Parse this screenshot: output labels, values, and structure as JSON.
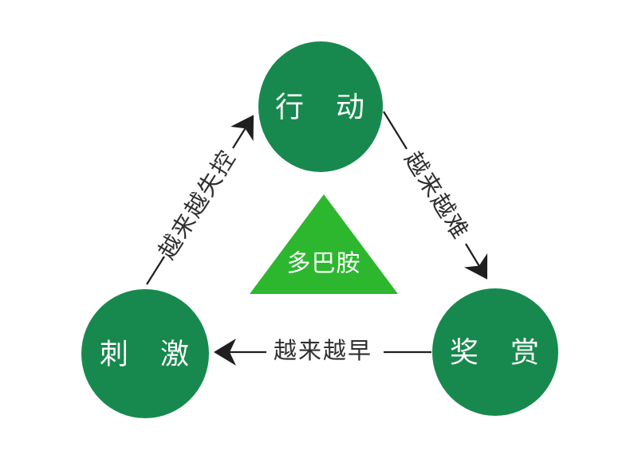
{
  "diagram": {
    "type": "cycle-diagram",
    "topic": "dopamine loop",
    "colors": {
      "background": "#ffffff",
      "node_fill": "#18894e",
      "node_text": "#ffffff",
      "triangle_fill": "#2cb72f",
      "triangle_text": "#ffffff",
      "line": "#1f1f1f",
      "edge_label": "#2f2f2f"
    },
    "nodes": {
      "action": {
        "label": "行　动",
        "position": "top"
      },
      "stimulus": {
        "label": "刺　激",
        "position": "bottom-left"
      },
      "reward": {
        "label": "奖　赏",
        "position": "bottom-right"
      }
    },
    "center": {
      "shape": "triangle",
      "label": "多巴胺"
    },
    "edges": {
      "stimulus_to_action": {
        "from": "刺激",
        "to": "行动",
        "label": "越来越失控"
      },
      "action_to_reward": {
        "from": "行动",
        "to": "奖赏",
        "label": "越来越难"
      },
      "reward_to_stimulus": {
        "from": "奖赏",
        "to": "刺激",
        "label": "越来越早"
      }
    }
  }
}
